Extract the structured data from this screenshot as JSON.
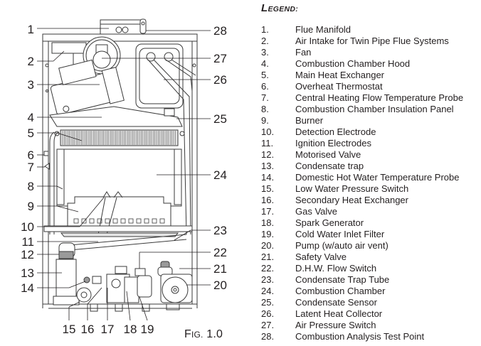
{
  "figure": {
    "caption_prefix_cap": "F",
    "caption_prefix_sc": "IG.",
    "caption_number": " 1.0"
  },
  "legend": {
    "title_cap": "L",
    "title_sc": "EGEND:",
    "items": [
      {
        "num": "1.",
        "label": "Flue Manifold"
      },
      {
        "num": "2.",
        "label": "Air Intake for Twin Pipe Flue Systems"
      },
      {
        "num": "3.",
        "label": "Fan"
      },
      {
        "num": "4.",
        "label": "Combustion Chamber Hood"
      },
      {
        "num": "5.",
        "label": "Main Heat Exchanger"
      },
      {
        "num": "6.",
        "label": "Overheat Thermostat"
      },
      {
        "num": "7.",
        "label": "Central Heating Flow Temperature Probe"
      },
      {
        "num": "8.",
        "label": "Combustion Chamber Insulation Panel"
      },
      {
        "num": "9.",
        "label": "Burner"
      },
      {
        "num": "10.",
        "label": "Detection Electrode"
      },
      {
        "num": "11.",
        "label": "Ignition Electrodes"
      },
      {
        "num": "12.",
        "label": "Motorised Valve"
      },
      {
        "num": "13.",
        "label": "Condensate trap"
      },
      {
        "num": "14.",
        "label": "Domestic Hot Water Temperature Probe"
      },
      {
        "num": "15.",
        "label": "Low Water Pressure Switch"
      },
      {
        "num": "16.",
        "label": "Secondary Heat Exchanger"
      },
      {
        "num": "17.",
        "label": "Gas Valve"
      },
      {
        "num": "18.",
        "label": "Spark Generator"
      },
      {
        "num": "19.",
        "label": "Cold Water Inlet Filter"
      },
      {
        "num": "20.",
        "label": "Pump (w/auto air vent)"
      },
      {
        "num": "21.",
        "label": "Safety Valve"
      },
      {
        "num": "22.",
        "label": "D.H.W. Flow Switch"
      },
      {
        "num": "23.",
        "label": "Condensate Trap Tube"
      },
      {
        "num": "24.",
        "label": "Combustion Chamber"
      },
      {
        "num": "25.",
        "label": "Condensate Sensor"
      },
      {
        "num": "26.",
        "label": "Latent Heat Collector"
      },
      {
        "num": "27.",
        "label": "Air Pressure Switch"
      },
      {
        "num": "28.",
        "label": "Combustion Analysis Test Point"
      }
    ]
  },
  "callouts": {
    "left": [
      "1",
      "2",
      "3",
      "4",
      "5",
      "6",
      "7",
      "8",
      "9",
      "10",
      "11",
      "12",
      "13",
      "14"
    ],
    "right": [
      "28",
      "27",
      "26",
      "25",
      "24",
      "23",
      "22",
      "21",
      "20"
    ],
    "bottom": [
      "15",
      "16",
      "17",
      "18",
      "19"
    ]
  }
}
